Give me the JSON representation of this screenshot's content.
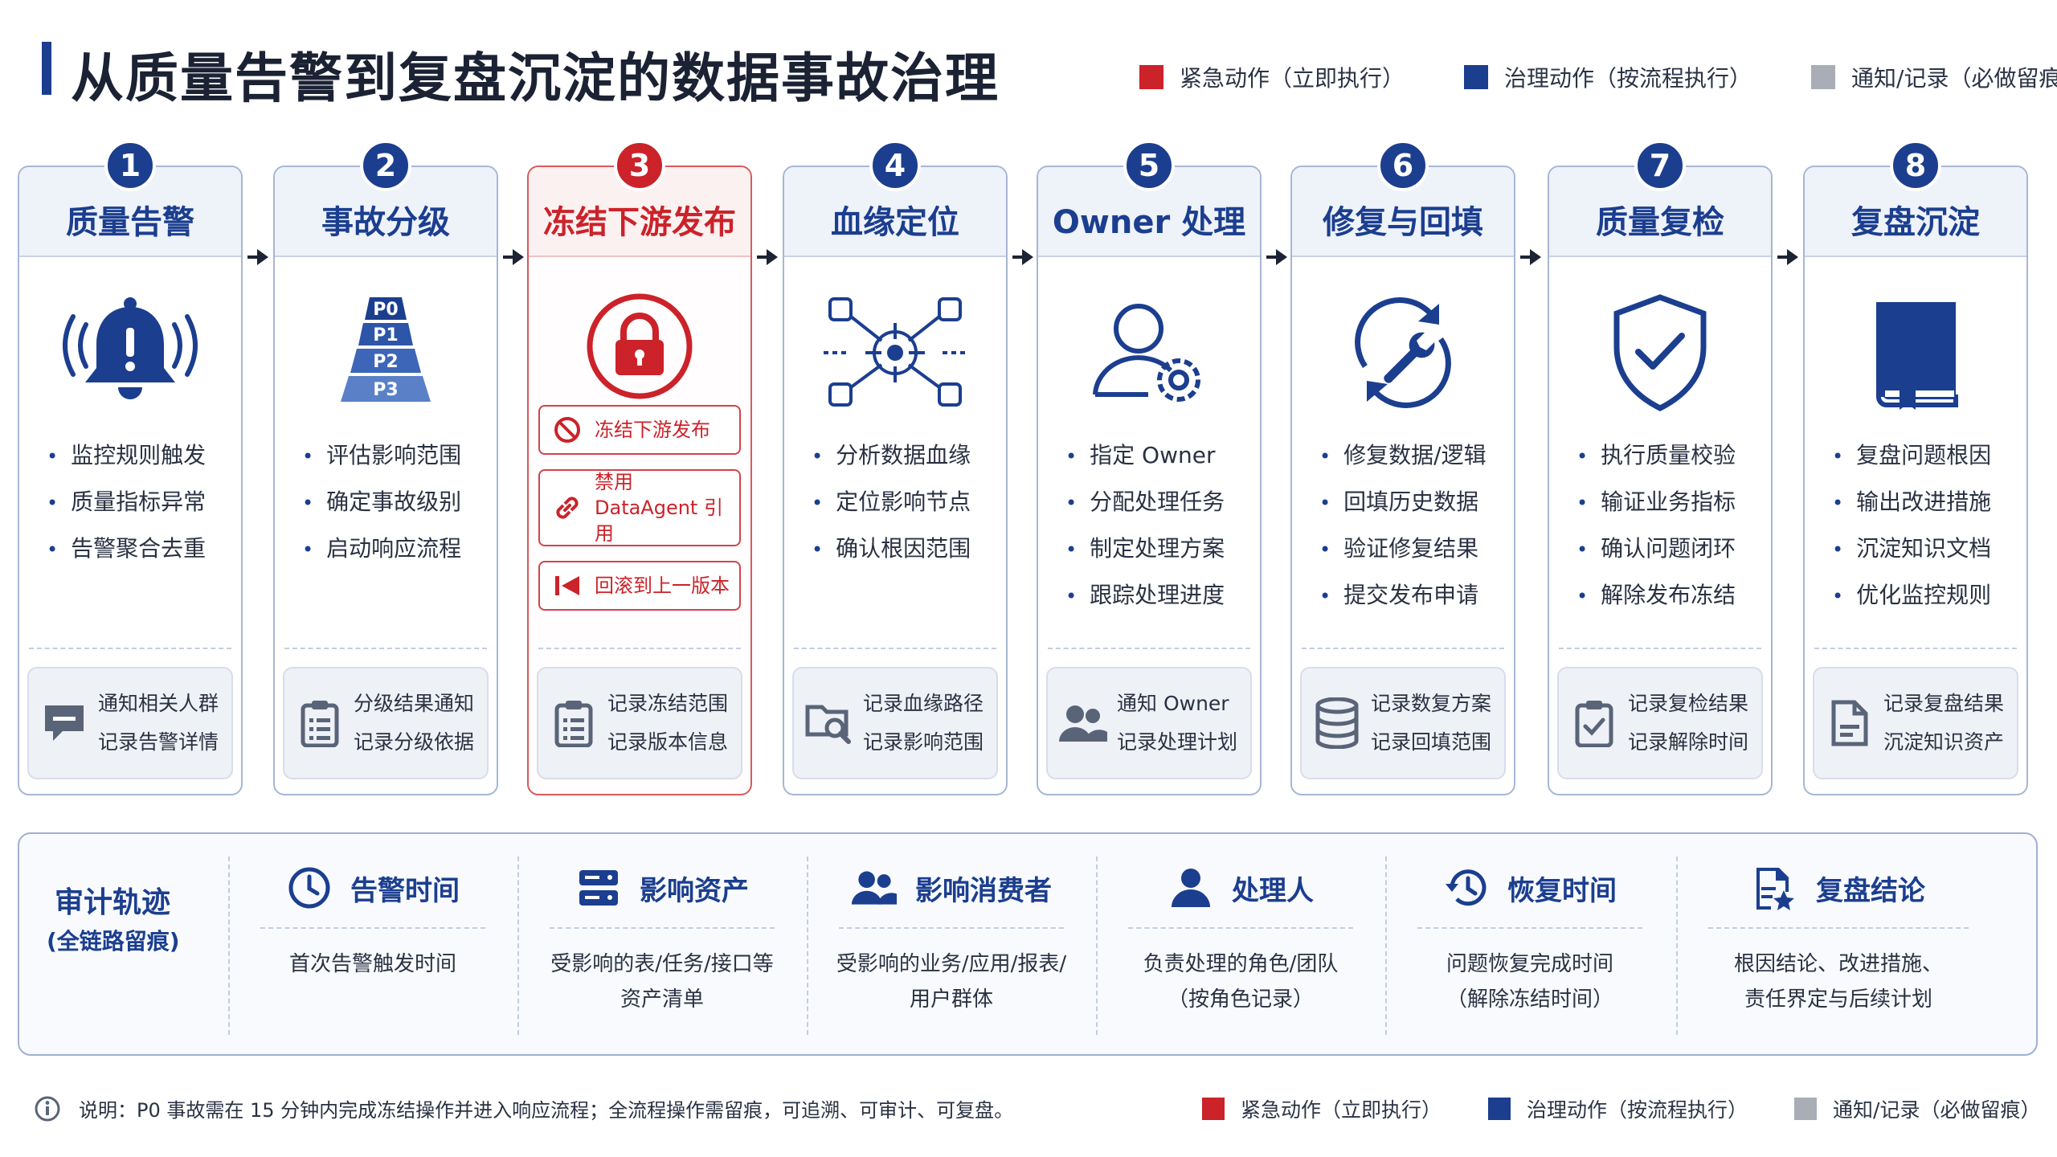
{
  "header": {
    "title": "从质量告警到复盘沉淀的数据事故治理"
  },
  "legend": [
    {
      "label": "紧急动作（立即执行）",
      "color": "#cc2229"
    },
    {
      "label": "治理动作（按流程执行）",
      "color": "#1b3e8f"
    },
    {
      "label": "通知/记录（必做留痕）",
      "color": "#a9adb5"
    }
  ],
  "steps": [
    {
      "number": "1",
      "title": "质量告警",
      "icon": "bell-alert-icon",
      "bullets": [
        "监控规则触发",
        "质量指标异常",
        "告警聚合去重"
      ],
      "note_icon": "chat-icon",
      "notes": [
        "通知相关人群",
        "记录告警详情"
      ]
    },
    {
      "number": "2",
      "title": "事故分级",
      "icon": "pyramid-icon",
      "pyramid_levels": [
        "P0",
        "P1",
        "P2",
        "P3"
      ],
      "bullets": [
        "评估影响范围",
        "确定事故级别",
        "启动响应流程"
      ],
      "note_icon": "clipboard-list-icon",
      "notes": [
        "分级结果通知",
        "记录分级依据"
      ]
    },
    {
      "number": "3",
      "title": "冻结下游发布",
      "icon": "lock-icon",
      "actions": [
        {
          "label": "冻结下游发布",
          "icon": "ban-icon"
        },
        {
          "label": "禁用 DataAgent 引用",
          "icon": "link-icon"
        },
        {
          "label": "回滚到上一版本",
          "icon": "rollback-icon"
        }
      ],
      "note_icon": "clipboard-list-icon",
      "notes": [
        "记录冻结范围",
        "记录版本信息"
      ]
    },
    {
      "number": "4",
      "title": "血缘定位",
      "icon": "lineage-target-icon",
      "bullets": [
        "分析数据血缘",
        "定位影响节点",
        "确认根因范围"
      ],
      "note_icon": "folder-search-icon",
      "notes": [
        "记录血缘路径",
        "记录影响范围"
      ]
    },
    {
      "number": "5",
      "title": "Owner 处理",
      "icon": "user-gear-icon",
      "bullets": [
        "指定 Owner",
        "分配处理任务",
        "制定处理方案",
        "跟踪处理进度"
      ],
      "note_icon": "users-icon",
      "notes": [
        "通知 Owner",
        "记录处理计划"
      ]
    },
    {
      "number": "6",
      "title": "修复与回填",
      "icon": "wrench-refresh-icon",
      "bullets": [
        "修复数据/逻辑",
        "回填历史数据",
        "验证修复结果",
        "提交发布申请"
      ],
      "note_icon": "database-icon",
      "notes": [
        "记录数复方案",
        "记录回填范围"
      ]
    },
    {
      "number": "7",
      "title": "质量复检",
      "icon": "shield-check-icon",
      "bullets": [
        "执行质量校验",
        "输证业务指标",
        "确认问题闭环",
        "解除发布冻结"
      ],
      "note_icon": "clipboard-check-icon",
      "notes": [
        "记录复检结果",
        "记录解除时间"
      ]
    },
    {
      "number": "8",
      "title": "复盘沉淀",
      "icon": "book-icon",
      "bullets": [
        "复盘问题根因",
        "输出改进措施",
        "沉淀知识文档",
        "优化监控规则"
      ],
      "note_icon": "document-icon",
      "notes": [
        "记录复盘结果",
        "沉淀知识资产"
      ]
    }
  ],
  "audit": {
    "title": "审计轨迹",
    "subtitle": "(全链路留痕)",
    "items": [
      {
        "label": "告警时间",
        "icon": "clock-icon",
        "desc": [
          "首次告警触发时间"
        ]
      },
      {
        "label": "影响资产",
        "icon": "server-icon",
        "desc": [
          "受影响的表/任务/接口等",
          "资产清单"
        ]
      },
      {
        "label": "影响消费者",
        "icon": "users-icon",
        "desc": [
          "受影响的业务/应用/报表/",
          "用户群体"
        ]
      },
      {
        "label": "处理人",
        "icon": "user-icon",
        "desc": [
          "负责处理的角色/团队",
          "（按角色记录）"
        ]
      },
      {
        "label": "恢复时间",
        "icon": "history-icon",
        "desc": [
          "问题恢复完成时间",
          "（解除冻结时间）"
        ]
      },
      {
        "label": "复盘结论",
        "icon": "star-document-icon",
        "desc": [
          "根因结论、改进措施、",
          "责任界定与后续计划"
        ]
      }
    ]
  },
  "footer": {
    "icon": "info-icon",
    "text": "说明：P0 事故需在 15 分钟内完成冻结操作并进入响应流程；全流程操作需留痕，可追溯、可审计、可复盘。"
  }
}
